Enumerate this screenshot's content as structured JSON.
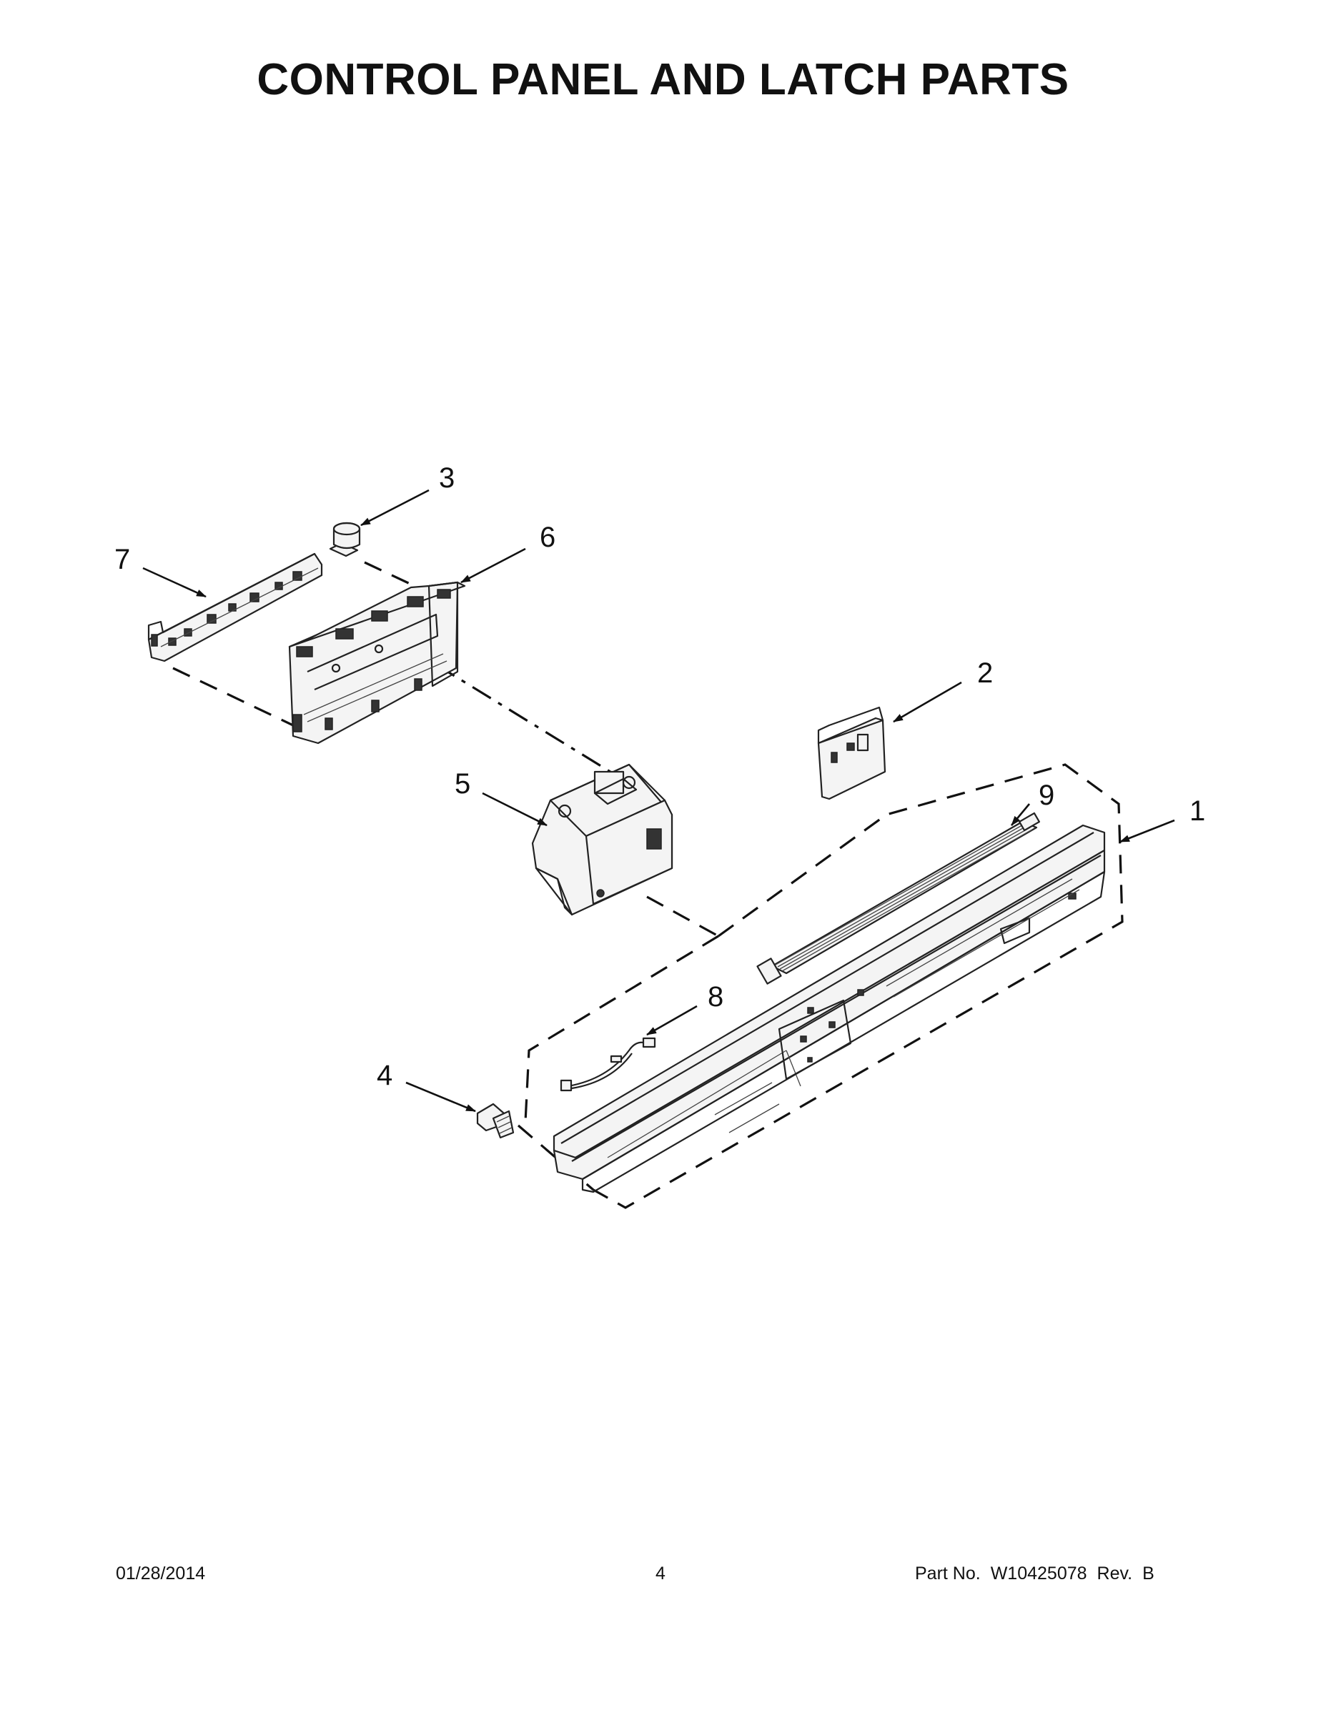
{
  "page": {
    "title": "CONTROL PANEL AND LATCH PARTS"
  },
  "callouts": {
    "c1": "1",
    "c2": "2",
    "c3": "3",
    "c4": "4",
    "c5": "5",
    "c6": "6",
    "c7": "7",
    "c8": "8",
    "c9": "9"
  },
  "footer": {
    "date": "01/28/2014",
    "page_number": "4",
    "part_label": "Part No.",
    "part_number": "W10425078",
    "rev_label": "Rev.",
    "rev_value": "B"
  }
}
